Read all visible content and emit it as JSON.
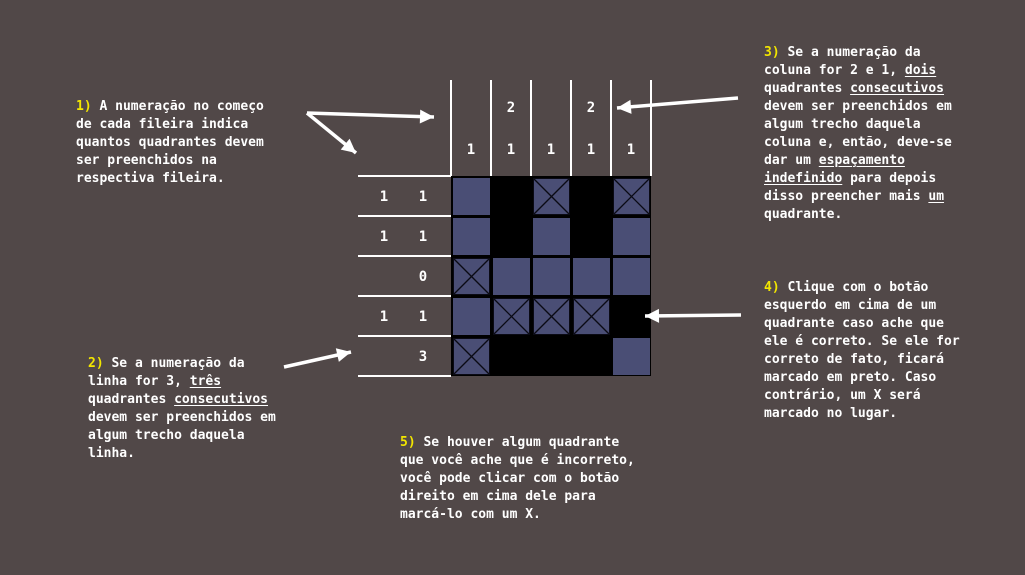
{
  "colors": {
    "background": "#514848",
    "cell_empty": "#4a4e75",
    "cell_filled": "#000000",
    "highlight": "#f2e600",
    "line": "#ffffff"
  },
  "notes": [
    {
      "id": "note-1",
      "number": "1)",
      "lines": [
        [
          {
            "t": " A numeração no começo"
          }
        ],
        [
          {
            "t": "de cada fileira indica"
          }
        ],
        [
          {
            "t": "quantos quadrantes devem"
          }
        ],
        [
          {
            "t": "ser preenchidos na"
          }
        ],
        [
          {
            "t": "respectiva fileira."
          }
        ]
      ]
    },
    {
      "id": "note-2",
      "number": "2)",
      "lines": [
        [
          {
            "t": " Se a numeração da"
          }
        ],
        [
          {
            "t": "linha for 3, "
          },
          {
            "t": "três",
            "u": true
          }
        ],
        [
          {
            "t": "quadrantes "
          },
          {
            "t": "consecutivos",
            "u": true
          }
        ],
        [
          {
            "t": "devem ser preenchidos em"
          }
        ],
        [
          {
            "t": "algum trecho daquela"
          }
        ],
        [
          {
            "t": "linha."
          }
        ]
      ]
    },
    {
      "id": "note-3",
      "number": "3)",
      "lines": [
        [
          {
            "t": " Se a numeração da"
          }
        ],
        [
          {
            "t": "coluna for 2 e 1, "
          },
          {
            "t": "dois",
            "u": true
          }
        ],
        [
          {
            "t": "quadrantes "
          },
          {
            "t": "consecutivos",
            "u": true
          }
        ],
        [
          {
            "t": "devem ser preenchidos em"
          }
        ],
        [
          {
            "t": "algum trecho daquela"
          }
        ],
        [
          {
            "t": "coluna e, então, deve-se"
          }
        ],
        [
          {
            "t": "dar um "
          },
          {
            "t": "espaçamento",
            "u": true
          }
        ],
        [
          {
            "t": "indefinido",
            "u": true
          },
          {
            "t": " para depois"
          }
        ],
        [
          {
            "t": "disso preencher mais "
          },
          {
            "t": "um",
            "u": true
          }
        ],
        [
          {
            "t": "quadrante."
          }
        ]
      ]
    },
    {
      "id": "note-4",
      "number": "4)",
      "lines": [
        [
          {
            "t": " Clique com o botão"
          }
        ],
        [
          {
            "t": "esquerdo em cima de um"
          }
        ],
        [
          {
            "t": "quadrante caso ache que"
          }
        ],
        [
          {
            "t": "ele é correto. Se ele for"
          }
        ],
        [
          {
            "t": "correto de fato, ficará"
          }
        ],
        [
          {
            "t": "marcado em preto. Caso"
          }
        ],
        [
          {
            "t": "contrário, um X será"
          }
        ],
        [
          {
            "t": "marcado no lugar."
          }
        ]
      ]
    },
    {
      "id": "note-5",
      "number": "5)",
      "lines": [
        [
          {
            "t": " Se houver algum quadrante"
          }
        ],
        [
          {
            "t": "que você ache que é incorreto,"
          }
        ],
        [
          {
            "t": "você pode clicar com o botão"
          }
        ],
        [
          {
            "t": "direito em cima dele para"
          }
        ],
        [
          {
            "t": "marcá-lo com um X."
          }
        ]
      ]
    }
  ],
  "puzzle": {
    "column_clues": [
      [
        "1"
      ],
      [
        "2",
        "1"
      ],
      [
        "1"
      ],
      [
        "2",
        "1"
      ],
      [
        "1"
      ]
    ],
    "row_clues": [
      [
        "1",
        "1"
      ],
      [
        "1",
        "1"
      ],
      [
        "0"
      ],
      [
        "1",
        "1"
      ],
      [
        "3"
      ]
    ],
    "cells": [
      [
        "empty",
        "filled",
        "x",
        "filled",
        "x"
      ],
      [
        "empty",
        "filled",
        "empty",
        "filled",
        "empty"
      ],
      [
        "x",
        "empty",
        "empty",
        "empty",
        "empty"
      ],
      [
        "empty",
        "x",
        "x",
        "x",
        "filled"
      ],
      [
        "x",
        "filled",
        "filled",
        "filled",
        "empty"
      ]
    ]
  }
}
